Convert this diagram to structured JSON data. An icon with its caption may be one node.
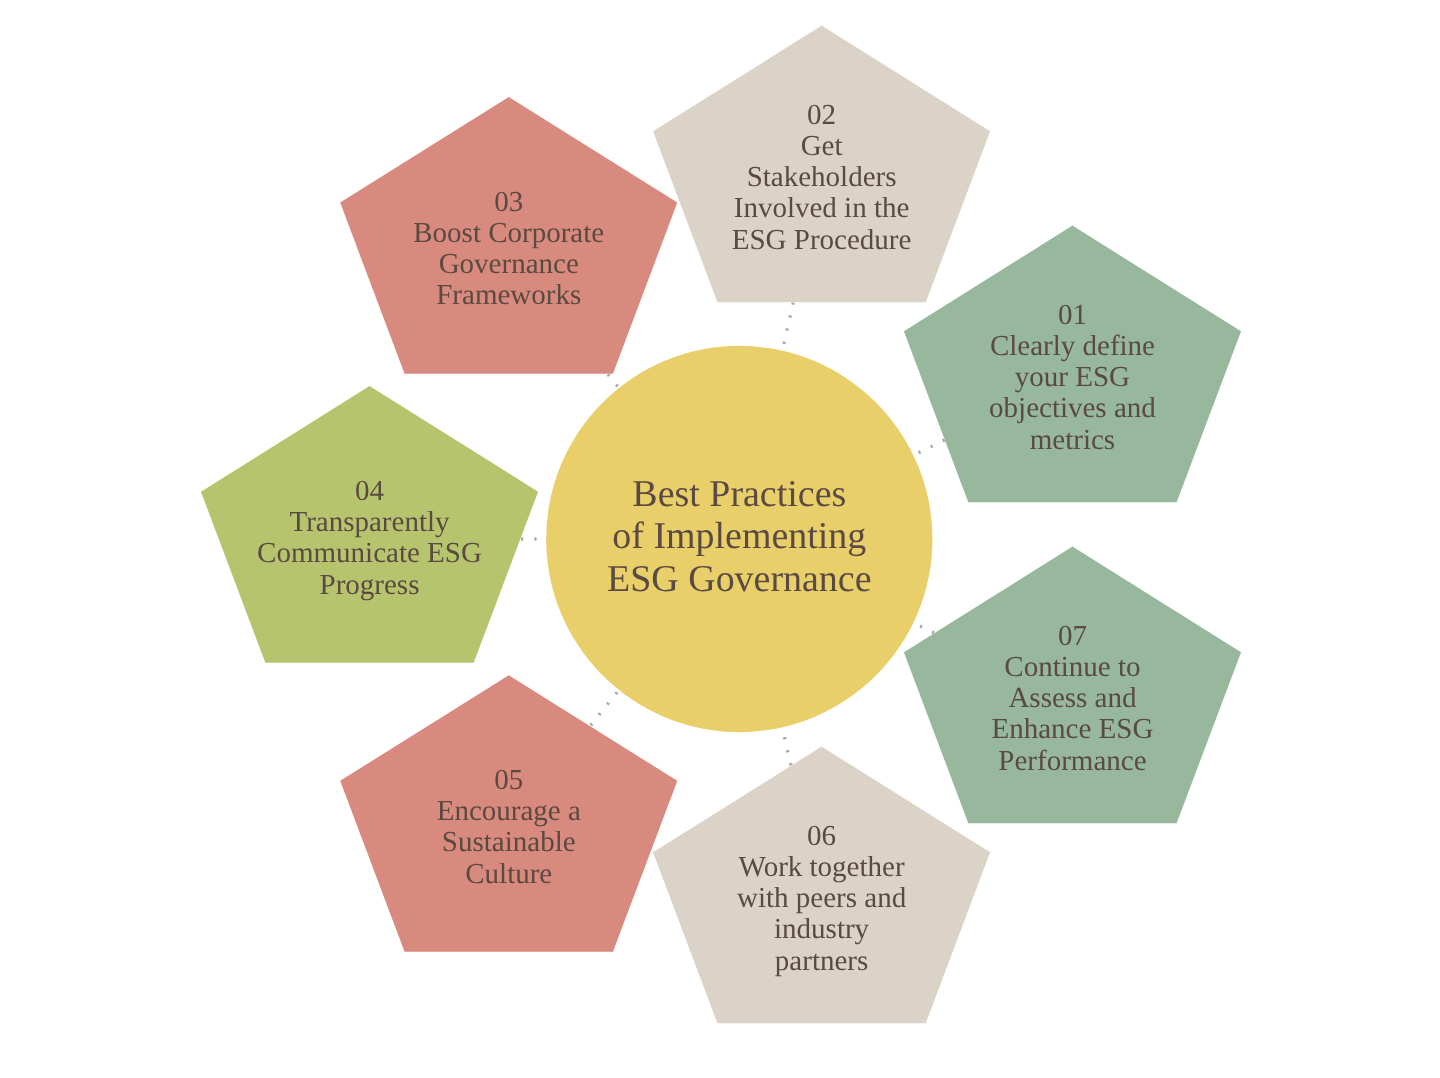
{
  "diagram": {
    "nodes": [
      {
        "text": [
          "Best Practices of Implementing ESG Governance"
        ]
      },
      {
        "text": [
          "01",
          "Clearly define your ESG objectives and metrics"
        ]
      },
      {
        "text": [
          "02",
          "Get Stakeholders Involved in the ESG Procedure"
        ]
      },
      {
        "text": [
          "03",
          "Boost Corporate Governance Frameworks"
        ]
      },
      {
        "text": [
          "04",
          "Transparently Communicate ESG Progress"
        ]
      },
      {
        "text": [
          "05",
          "Encourage a Sustainable Culture"
        ]
      },
      {
        "text": [
          "06",
          "Work together with peers and industry partners"
        ]
      },
      {
        "text": [
          "07",
          "Continue to Assess and Enhance ESG Performance"
        ]
      }
    ],
    "edges": [
      {
        "from": 1,
        "to": 0,
        "arrow": "none"
      },
      {
        "from": 2,
        "to": 0,
        "arrow": "none"
      },
      {
        "from": 3,
        "to": 0,
        "arrow": "none"
      },
      {
        "from": 4,
        "to": 0,
        "arrow": "none"
      },
      {
        "from": 5,
        "to": 0,
        "arrow": "none"
      },
      {
        "from": 6,
        "to": 0,
        "arrow": "none"
      },
      {
        "from": 7,
        "to": 0,
        "arrow": "none"
      }
    ]
  }
}
